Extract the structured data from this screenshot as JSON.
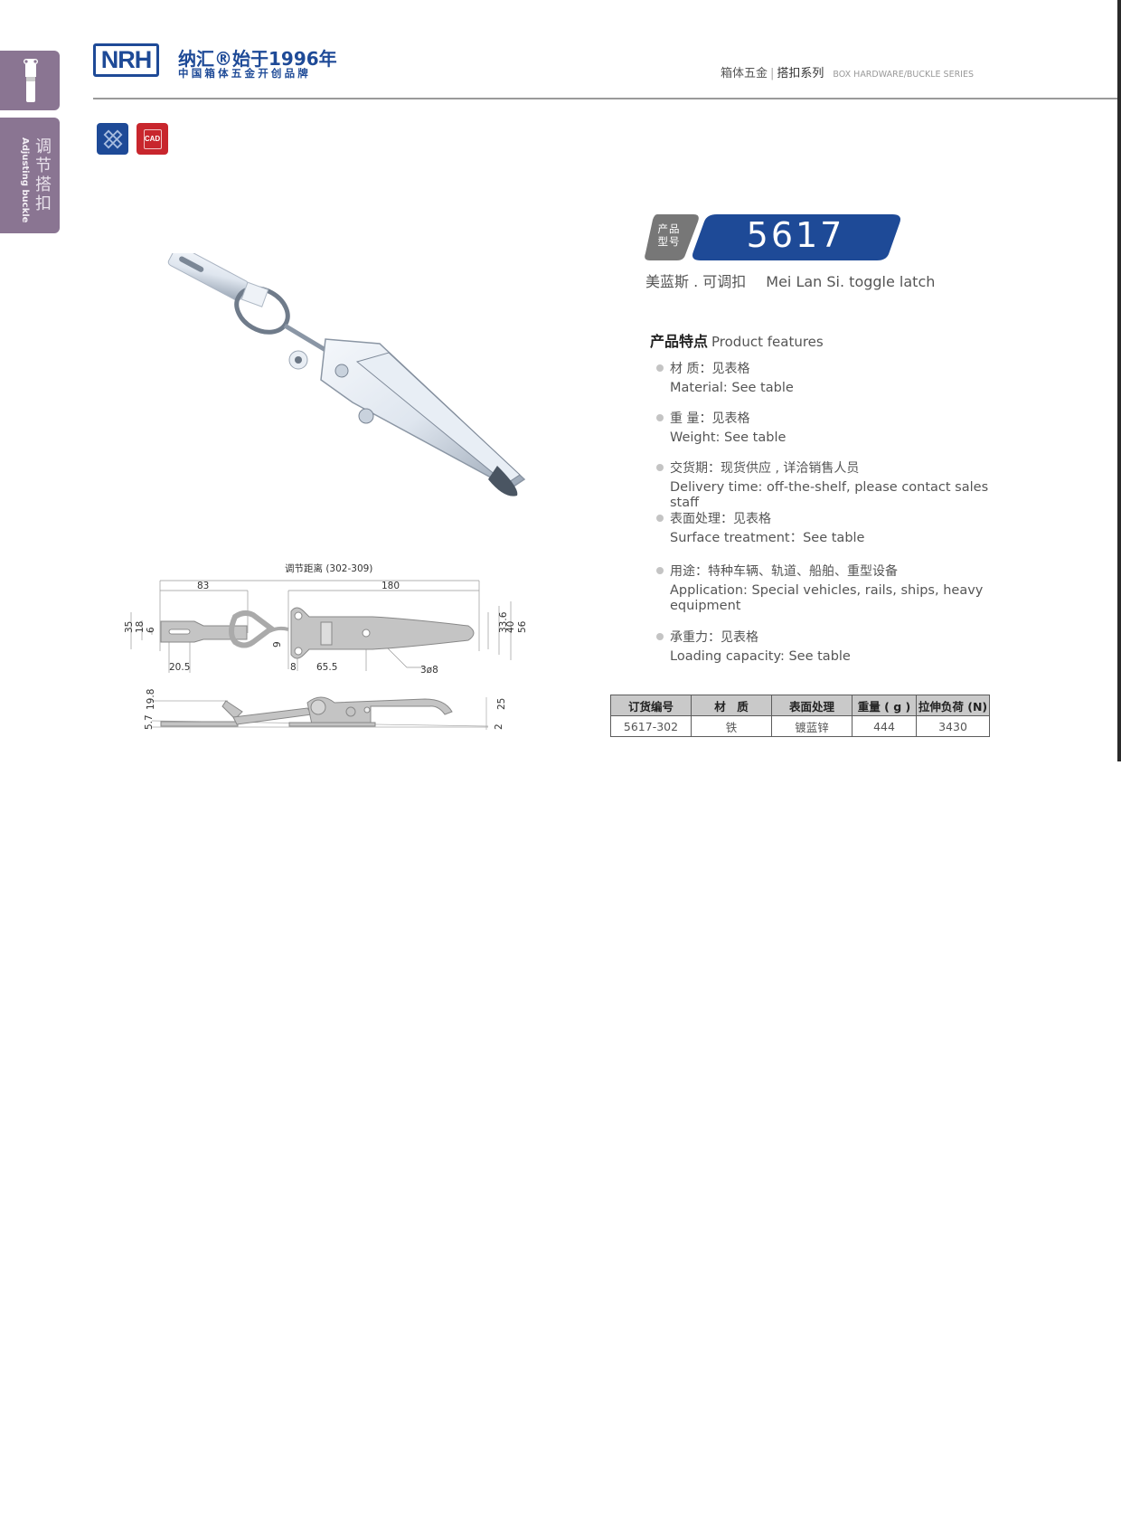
{
  "side_tabs": {
    "category_cn": "调节搭扣",
    "category_en": "Adjusting buckle"
  },
  "header": {
    "logo": "NRH",
    "brand_line1": "纳汇®始于1996年",
    "brand_line2": "中国箱体五金开创品牌",
    "section_cn_left": "箱体五金",
    "section_sep": "|",
    "section_cn_right": "搭扣系列",
    "section_en": "BOX HARDWARE/BUCKLE SERIES"
  },
  "tools": {
    "design_icon": "pencil-ruler-icon",
    "cad_label": "CAD"
  },
  "product": {
    "tag_label_line1": "产品",
    "tag_label_line2": "型号",
    "model_number": "5617",
    "name_cn": "美蓝斯 . 可调扣",
    "name_en": "Mei Lan Si. toggle latch",
    "badge_color": "#1e4a97",
    "tag_color": "#777777"
  },
  "features": {
    "heading_cn": "产品特点",
    "heading_en": "Product features",
    "items": [
      {
        "cn": "材   质：见表格",
        "en": "Material: See table"
      },
      {
        "cn": "重   量：见表格",
        "en": " Weight: See table"
      },
      {
        "cn": "交货期：现货供应 , 详洽销售人员",
        "en": "Delivery time: off-the-shelf, please contact sales staff"
      },
      {
        "cn": "表面处理：见表格",
        "en": "Surface treatment：See table"
      },
      {
        "cn": "用途：特种车辆、轨道、船舶、重型设备",
        "en": "Application: Special vehicles, rails, ships, heavy equipment"
      },
      {
        "cn": "承重力：见表格",
        "en": "Loading capacity: See table"
      }
    ]
  },
  "spec_table": {
    "headers": [
      "订货编号",
      "材　质",
      "表面处理",
      "重量 ( g )",
      "拉伸负荷 (N)"
    ],
    "rows": [
      [
        "5617-302",
        "铁",
        "镀蓝锌",
        "444",
        "3430"
      ]
    ]
  },
  "drawing": {
    "adjust_range": "调节距离 (302-309)",
    "dims_top": {
      "length_left": "83",
      "length_main": "180",
      "h35": "35",
      "h18": "18",
      "h6": "6",
      "w20_5": "20.5",
      "h9": "9",
      "w8": "8",
      "w65_5": "65.5",
      "hole": "3ø8",
      "h33_6": "33.6",
      "h40": "40",
      "h56": "56"
    },
    "dims_side": {
      "h19_8": "19.8",
      "h5_7": "5.7",
      "h25": "25",
      "h2": "2"
    }
  }
}
